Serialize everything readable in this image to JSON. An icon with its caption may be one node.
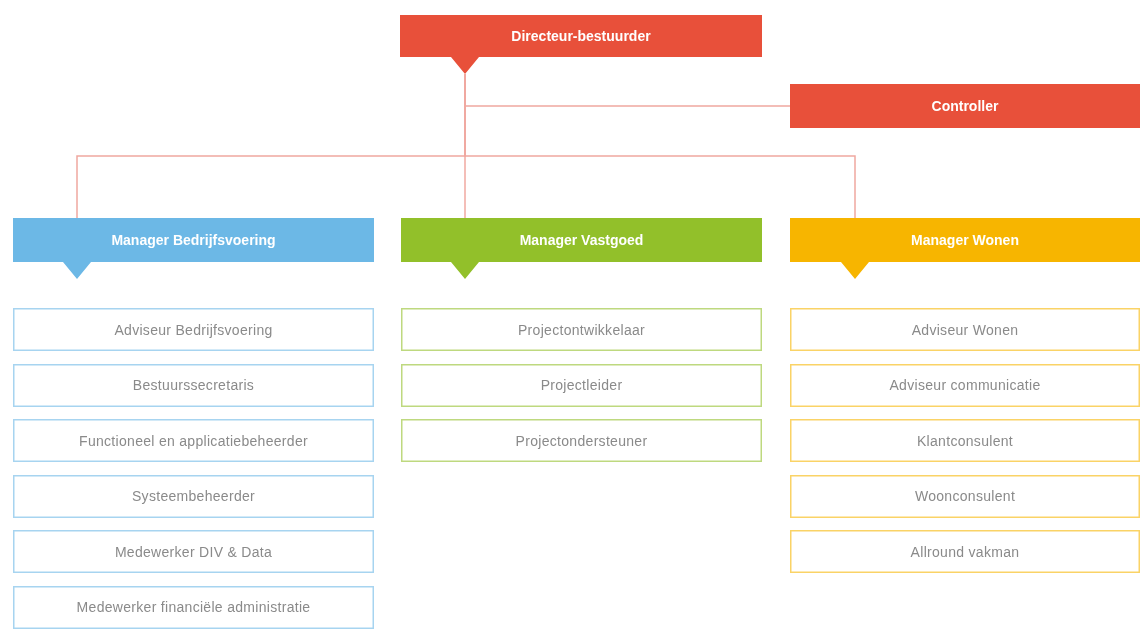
{
  "diagram": {
    "nodes": [
      {
        "text": [
          "Directeur-bestuurder"
        ]
      },
      {
        "text": [
          "Controller"
        ]
      },
      {
        "text": [
          "Manager Bedrijfsvoering"
        ]
      },
      {
        "text": [
          "Manager Vastgoed"
        ]
      },
      {
        "text": [
          "Manager Wonen"
        ]
      },
      {
        "text": [
          "Adviseur Bedrijfsvoering"
        ]
      },
      {
        "text": [
          "Bestuurssecretaris"
        ]
      },
      {
        "text": [
          "Functioneel en applicatiebeheerder"
        ]
      },
      {
        "text": [
          "Systeembeheerder"
        ]
      },
      {
        "text": [
          "Medewerker DIV & Data"
        ]
      },
      {
        "text": [
          "Medewerker financiële administratie"
        ]
      },
      {
        "text": [
          "Projectontwikkelaar"
        ]
      },
      {
        "text": [
          "Projectleider"
        ]
      },
      {
        "text": [
          "Projectondersteuner"
        ]
      },
      {
        "text": [
          "Adviseur Wonen"
        ]
      },
      {
        "text": [
          "Adviseur communicatie"
        ]
      },
      {
        "text": [
          "Klantconsulent"
        ]
      },
      {
        "text": [
          "Woonconsulent"
        ]
      },
      {
        "text": [
          "Allround vakman"
        ]
      }
    ],
    "edges": [
      {
        "from": 0,
        "to": 1,
        "arrow": "none"
      },
      {
        "from": 0,
        "to": 2,
        "arrow": "none"
      },
      {
        "from": 0,
        "to": 3,
        "arrow": "none"
      },
      {
        "from": 0,
        "to": 4,
        "arrow": "none"
      }
    ]
  }
}
